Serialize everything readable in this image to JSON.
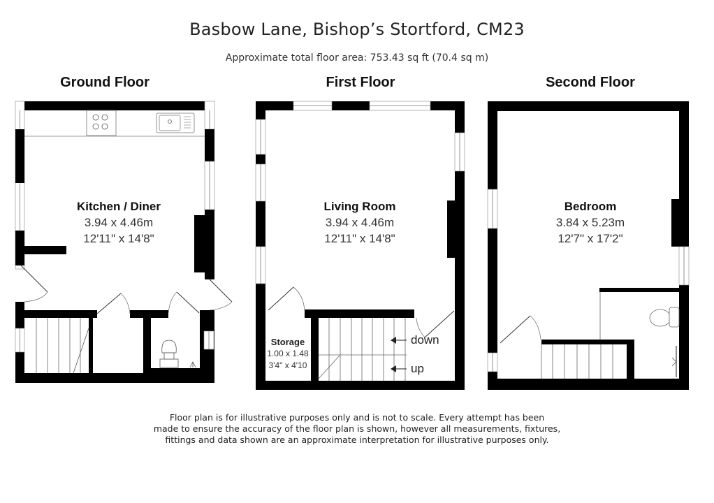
{
  "header": {
    "title": "Basbow Lane, Bishop’s Stortford, CM23",
    "subtitle": "Approximate total floor area: 753.43 sq ft (70.4 sq m)"
  },
  "floors": [
    {
      "label": "Ground Floor",
      "rooms": [
        {
          "name": "Kitchen / Diner",
          "metric": "3.94 x 4.46m",
          "imperial": "12'11\" x 14'8\""
        }
      ],
      "fixtures": [
        "hob-icon",
        "sink-icon",
        "toilet-icon",
        "stairs-icon"
      ]
    },
    {
      "label": "First Floor",
      "rooms": [
        {
          "name": "Living Room",
          "metric": "3.94 x 4.46m",
          "imperial": "12'11\" x 14'8\""
        },
        {
          "name": "Storage",
          "metric": "1.00 x 1.48",
          "imperial": "3'4\" x 4'10"
        }
      ],
      "stairs": {
        "down_label": "down",
        "up_label": "up"
      }
    },
    {
      "label": "Second Floor",
      "rooms": [
        {
          "name": "Bedroom",
          "metric": "3.84 x 5.23m",
          "imperial": "12'7\" x 17'2\""
        }
      ],
      "fixtures": [
        "toilet-icon",
        "stairs-icon"
      ]
    }
  ],
  "disclaimer": {
    "line1": "Floor plan is for illustrative purposes only and is not to scale. Every attempt has been",
    "line2": "made to ensure the accuracy of the floor plan is shown, however all measurements, fixtures,",
    "line3": "fittings and data shown are an approximate interpretation for illustrative purposes only."
  },
  "colors": {
    "wall": "#000000",
    "line": "#555555",
    "background": "#ffffff"
  }
}
